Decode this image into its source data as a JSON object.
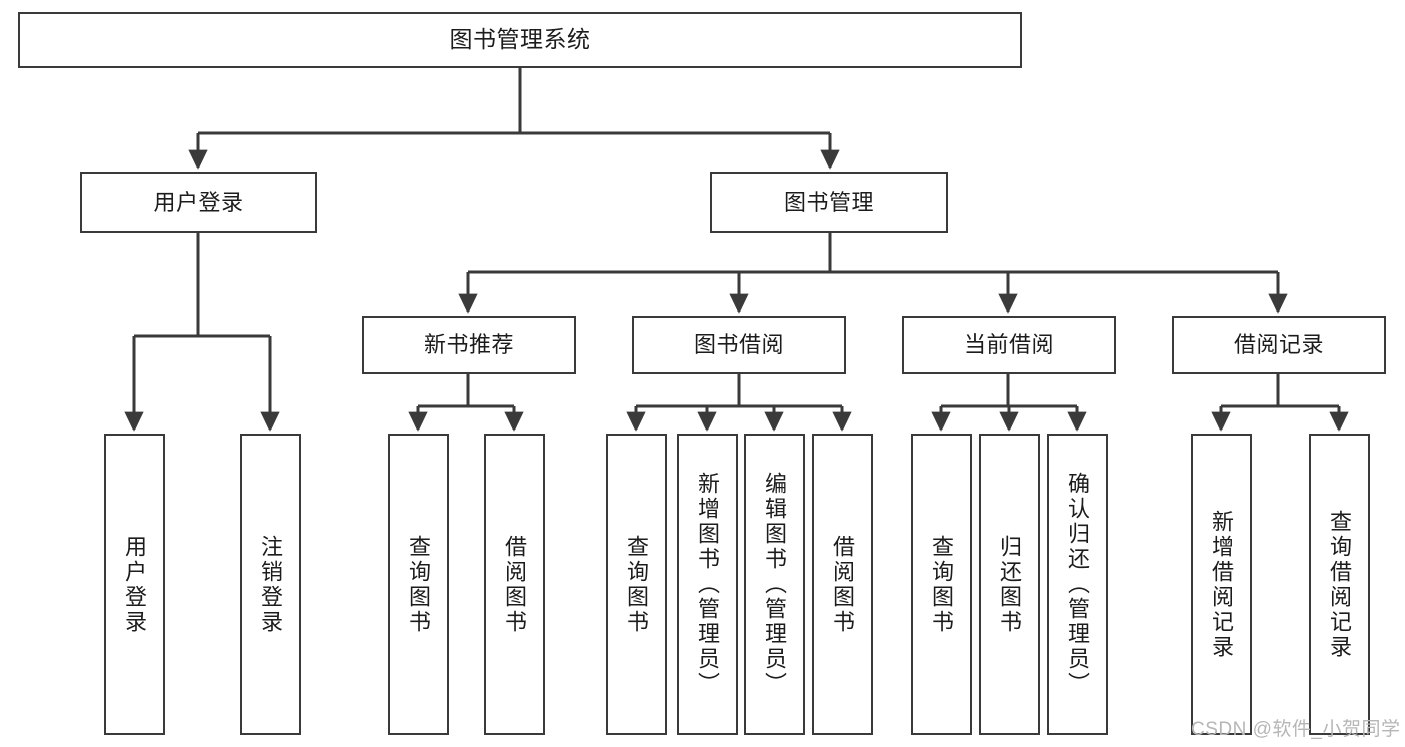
{
  "diagram": {
    "type": "tree-hierarchy-diagram",
    "title": "图书管理系统",
    "colors": {
      "box_border": "#3a3a3a",
      "box_fill": "#ffffff",
      "connector": "#3a3a3a",
      "text": "#1c1c1c",
      "watermark": "#b6b6b6",
      "background": "#ffffff"
    },
    "levels": {
      "level0": [
        "图书管理系统"
      ],
      "level1": [
        "用户登录",
        "图书管理"
      ],
      "level2": [
        "新书推荐",
        "图书借阅",
        "当前借阅",
        "借阅记录"
      ],
      "level3": [
        "用户登录",
        "注销登录",
        "查询图书",
        "借阅图书",
        "查询图书",
        "新增图书（管理员）",
        "编辑图书（管理员）",
        "借阅图书",
        "查询图书",
        "归还图书",
        "确认归还（管理员）",
        "新增借阅记录",
        "查询借阅记录"
      ]
    },
    "root": {
      "label": "图书管理系统"
    },
    "branch_user_login": {
      "label": "用户登录"
    },
    "branch_book_mgmt": {
      "label": "图书管理"
    },
    "groups": {
      "new_book": {
        "label": "新书推荐"
      },
      "borrow": {
        "label": "图书借阅"
      },
      "current": {
        "label": "当前借阅"
      },
      "records": {
        "label": "借阅记录"
      }
    },
    "leaves": {
      "user_login": {
        "label": "用户登录"
      },
      "user_logout": {
        "label": "注销登录"
      },
      "newbook_query": {
        "label": "查询图书"
      },
      "newbook_borrow": {
        "label": "借阅图书"
      },
      "borrow_query": {
        "label": "查询图书"
      },
      "borrow_add": {
        "label": "新增图书（管理员）"
      },
      "borrow_edit": {
        "label": "编辑图书（管理员）"
      },
      "borrow_do": {
        "label": "借阅图书"
      },
      "current_query": {
        "label": "查询图书"
      },
      "current_return": {
        "label": "归还图书"
      },
      "current_confirm": {
        "label": "确认归还（管理员）"
      },
      "records_add": {
        "label": "新增借阅记录"
      },
      "records_query": {
        "label": "查询借阅记录"
      }
    },
    "watermark": {
      "text": "CSDN @软件_小贺同学"
    }
  }
}
